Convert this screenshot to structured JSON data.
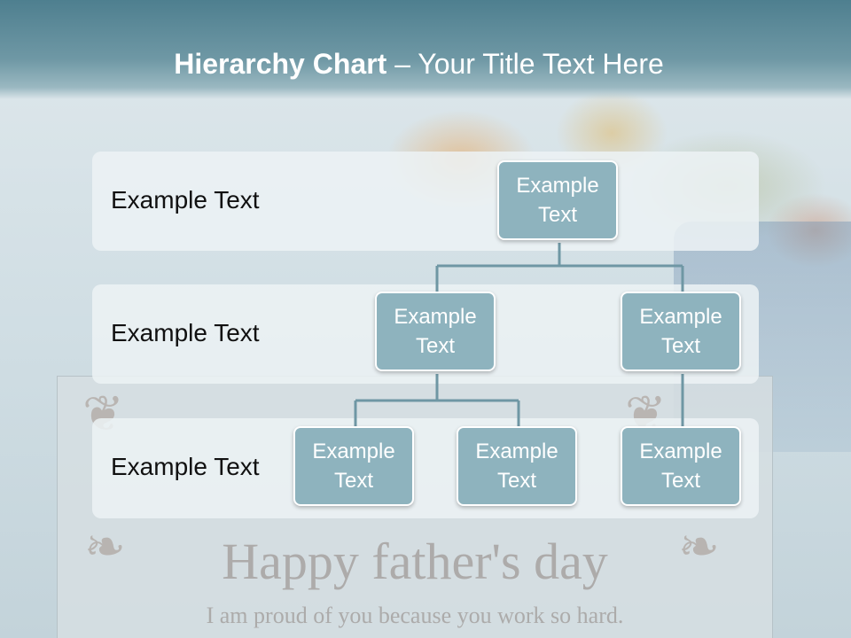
{
  "slide": {
    "title_bold": "Hierarchy Chart",
    "title_rest": " – Your Title Text Here"
  },
  "background": {
    "card_title": "Happy father's day",
    "card_subtitle": "I am proud of you because you work so hard."
  },
  "levels": [
    {
      "label": "Example Text"
    },
    {
      "label": "Example Text"
    },
    {
      "label": "Example Text"
    }
  ],
  "nodes": {
    "root": "Example Text",
    "mid_left": "Example Text",
    "mid_right": "Example Text",
    "leaf_1": "Example Text",
    "leaf_2": "Example Text",
    "leaf_3": "Example Text"
  },
  "colors": {
    "node_fill": "#8eb3be",
    "connector": "#6f97a4",
    "title_bar": "#5a8795"
  }
}
